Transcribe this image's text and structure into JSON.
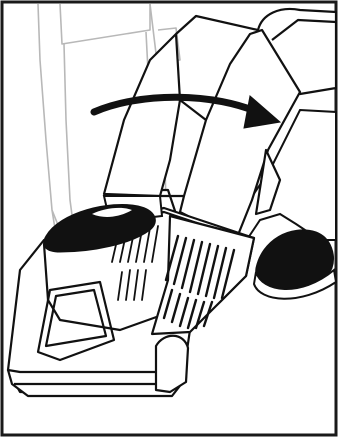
{
  "illustration": {
    "subject": "upright-vacuum-tilt-back-step",
    "frame_color": "#1a1a1a",
    "ghost_color": "#b8b8b8",
    "line_color": "#111111",
    "fill_color": "#ffffff",
    "shoe_color": "#111111",
    "arrow_color": "#111111",
    "icons": [
      "ghost-upright-position",
      "tilted-vacuum-body",
      "vacuum-base",
      "vent-grille",
      "foot-on-base",
      "rear-foot",
      "tilt-arrow-icon"
    ]
  }
}
